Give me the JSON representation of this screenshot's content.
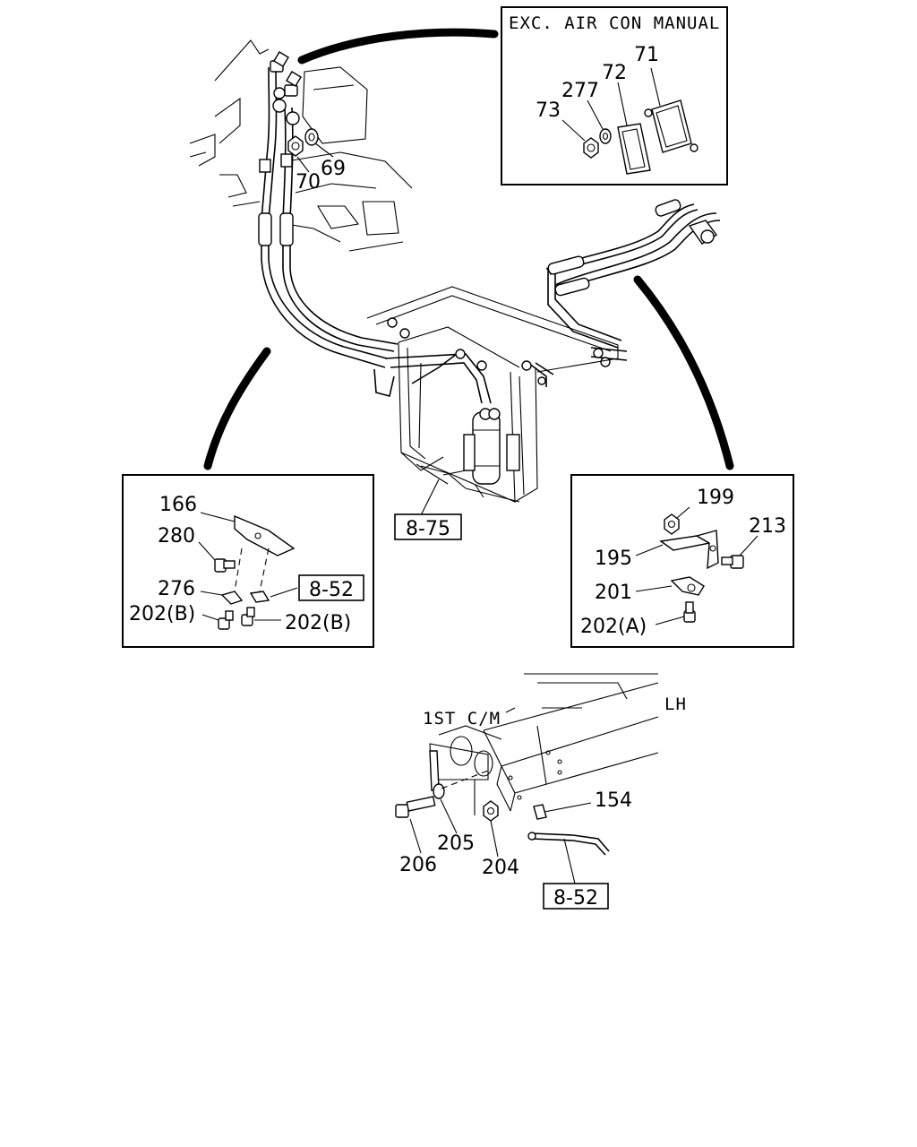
{
  "callouts": {
    "exc_air_con_manual": "EXC. AIR CON MANUAL",
    "first_cm": "1ST C/M",
    "lh": "LH"
  },
  "refs": {
    "ref_8_75": "8-75",
    "ref_8_52_left": "8-52",
    "ref_8_52_bottom": "8-52"
  },
  "parts": {
    "p71": "71",
    "p72": "72",
    "p277": "277",
    "p73": "73",
    "p69": "69",
    "p70": "70",
    "p166": "166",
    "p280": "280",
    "p276": "276",
    "p202b_left": "202(B)",
    "p202b_right": "202(B)",
    "p199": "199",
    "p213": "213",
    "p195": "195",
    "p201": "201",
    "p202a": "202(A)",
    "p154": "154",
    "p205": "205",
    "p206": "206",
    "p204": "204"
  }
}
